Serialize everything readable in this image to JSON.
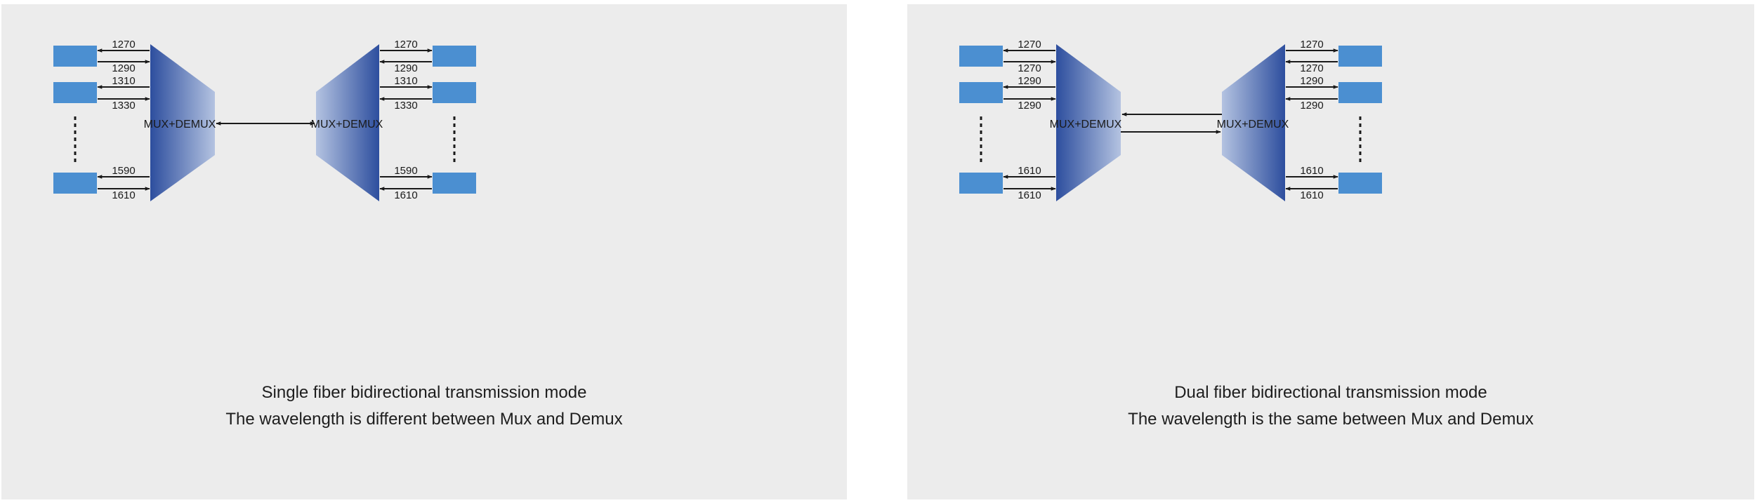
{
  "colors": {
    "panel_bg": "#ececec",
    "transceiver": "#4b8fd1",
    "mux_dark": "#2d4e9e",
    "mux_light": "#b4c3e1",
    "line": "#1a1a1a"
  },
  "icons": [
    "transceiver-box",
    "mux-demux-trapezoid",
    "bidirectional-arrow",
    "ellipsis-dots"
  ],
  "panels": [
    {
      "id": "single-fiber",
      "mux_label": "MUX+DEMUX",
      "left_channels": [
        {
          "top": "1270",
          "bottom": "1290"
        },
        {
          "top": "1310",
          "bottom": "1330"
        },
        {
          "top": "1590",
          "bottom": "1610"
        }
      ],
      "right_channels": [
        {
          "top": "1270",
          "bottom": "1290"
        },
        {
          "top": "1310",
          "bottom": "1330"
        },
        {
          "top": "1590",
          "bottom": "1610"
        }
      ],
      "link": "single",
      "caption": [
        "Single fiber bidirectional transmission mode",
        "The wavelength is different between Mux and Demux"
      ]
    },
    {
      "id": "dual-fiber",
      "mux_label": "MUX+DEMUX",
      "left_channels": [
        {
          "top": "1270",
          "bottom": "1270"
        },
        {
          "top": "1290",
          "bottom": "1290"
        },
        {
          "top": "1610",
          "bottom": "1610"
        }
      ],
      "right_channels": [
        {
          "top": "1270",
          "bottom": "1270"
        },
        {
          "top": "1290",
          "bottom": "1290"
        },
        {
          "top": "1610",
          "bottom": "1610"
        }
      ],
      "link": "dual",
      "caption": [
        "Dual fiber bidirectional transmission mode",
        "The wavelength is the same between Mux and Demux"
      ]
    }
  ]
}
